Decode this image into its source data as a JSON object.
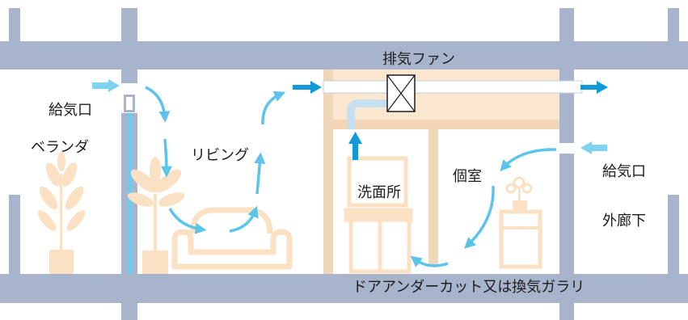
{
  "labels": {
    "exhaust_fan": "排気ファン",
    "supply_left": "給気口",
    "veranda": "ベランダ",
    "living": "リビング",
    "washroom": "洗面所",
    "private_room": "個室",
    "supply_right": "給気口",
    "outer_corridor": "外廊下",
    "door_undercut": "ドアアンダーカット又は換気ガラリ"
  },
  "colors": {
    "structure": "#a8b4cc",
    "airflow": "#5cc4ea",
    "airflow_strong": "#129ad8",
    "duct": "#c6dff1",
    "ceiling_void": "#fbe6d0",
    "furniture": "#fbe1c3"
  }
}
